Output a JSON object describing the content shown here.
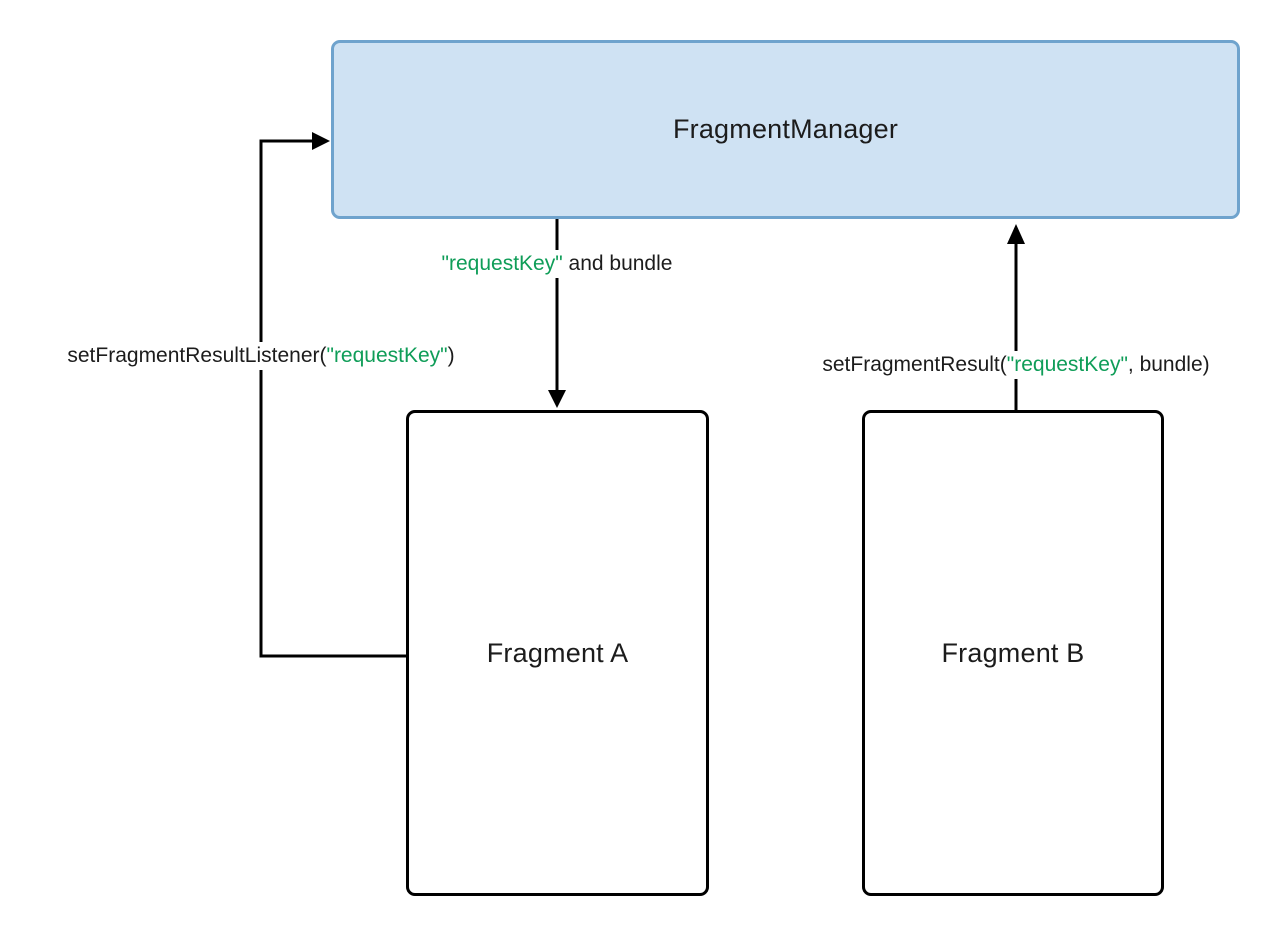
{
  "nodes": {
    "fragment_manager": {
      "label": "FragmentManager",
      "fill": "#cfe2f3",
      "border": "#6fa3cd"
    },
    "fragment_a": {
      "label": "Fragment A",
      "fill": "#ffffff",
      "border": "#000000"
    },
    "fragment_b": {
      "label": "Fragment B",
      "fill": "#ffffff",
      "border": "#000000"
    }
  },
  "labels": {
    "request_key_and_bundle": {
      "key": "\"requestKey\"",
      "suffix": " and bundle"
    },
    "set_fragment_result_listener": {
      "prefix": "setFragmentResultListener(",
      "key": "\"requestKey\"",
      "suffix": ")"
    },
    "set_fragment_result": {
      "prefix": "setFragmentResult(",
      "key": "\"requestKey\"",
      "suffix": ", bundle)"
    }
  },
  "arrows": [
    {
      "name": "manager-to-fragment-a",
      "from": "FragmentManager",
      "to": "Fragment A",
      "direction": "down",
      "label": "\"requestKey\" and bundle"
    },
    {
      "name": "fragment-b-to-manager",
      "from": "Fragment B",
      "to": "FragmentManager",
      "direction": "up",
      "label": "setFragmentResult(\"requestKey\", bundle)"
    },
    {
      "name": "fragment-a-to-manager",
      "from": "Fragment A",
      "to": "FragmentManager",
      "direction": "elbow-left-up",
      "label": "setFragmentResultListener(\"requestKey\")"
    }
  ],
  "colors": {
    "key_green": "#0f9d58",
    "arrow_black": "#000000",
    "text": "#1c1c1c",
    "manager_fill": "#cfe2f3",
    "manager_border": "#6fa3cd",
    "background": "#ffffff"
  }
}
